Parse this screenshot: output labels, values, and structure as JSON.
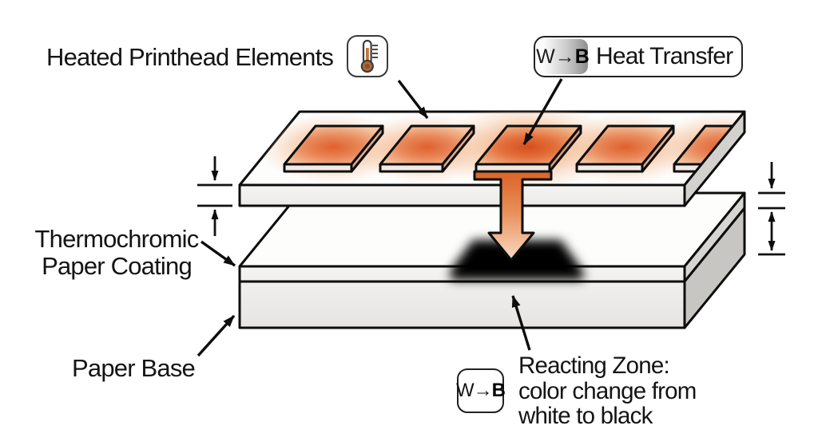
{
  "labels": {
    "heated_printhead": "Heated Printhead Elements",
    "heat_transfer": "Heat Transfer",
    "thermochromic_line1": "Thermochromic",
    "thermochromic_line2": "Paper Coating",
    "paper_base": "Paper Base",
    "reacting_zone_line1": "Reacting Zone:",
    "reacting_zone_line2": "color change from",
    "reacting_zone_line3": "white to black"
  },
  "wb_badge": {
    "from": "W",
    "arrow": "→",
    "to": "B"
  },
  "icons": {
    "printhead": "thermometer-icon",
    "heat_transfer_badge": "white-to-black-icon",
    "reacting_zone_badge": "white-to-black-icon"
  },
  "colors": {
    "background": "#ffffff",
    "outline": "#0d0d0d",
    "heat_orange": "#e2662f",
    "element_center": "#d54e1c",
    "element_glow": "#f2a474",
    "reacting_black": "#000000",
    "surface_light": "#f2f1ef",
    "surface_side": "#cfcecb"
  }
}
